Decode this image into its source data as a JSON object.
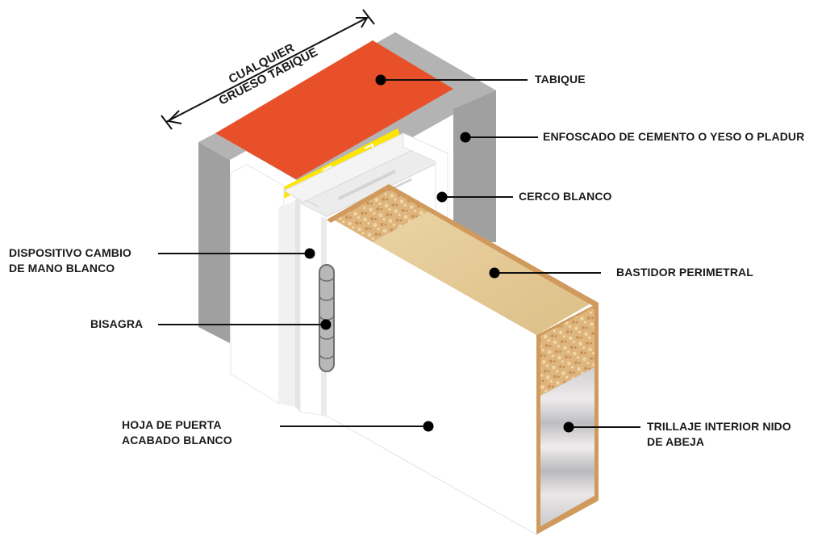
{
  "diagram": {
    "dimension_label": {
      "line1": "CUALQUIER",
      "line2": "GRUESO TABIQUE"
    },
    "callouts": {
      "tabique": "TABIQUE",
      "enfoscado": "ENFOSCADO DE CEMENTO O YESO O PLADUR",
      "cerco": "CERCO BLANCO",
      "dispositivo": [
        "DISPOSITIVO CAMBIO",
        "DE MANO BLANCO"
      ],
      "bastidor": "BASTIDOR PERIMETRAL",
      "bisagra": "BISAGRA",
      "hoja": [
        "HOJA DE PUERTA",
        "ACABADO BLANCO"
      ],
      "trillaje": [
        "TRILLAJE INTERIOR NIDO",
        "DE ABEJA"
      ]
    },
    "colors": {
      "tabique": "#e8502a",
      "plaster_top": "#b3b3b3",
      "plaster_side": "#a0a0a0",
      "seal_yellow": "#ffe600",
      "frame_white": "#ffffff",
      "wood": "#e2c89a",
      "wood_edge": "#d09a5c",
      "honeycomb": "#cfd0d2",
      "hinge": "#b8b8b8"
    }
  }
}
